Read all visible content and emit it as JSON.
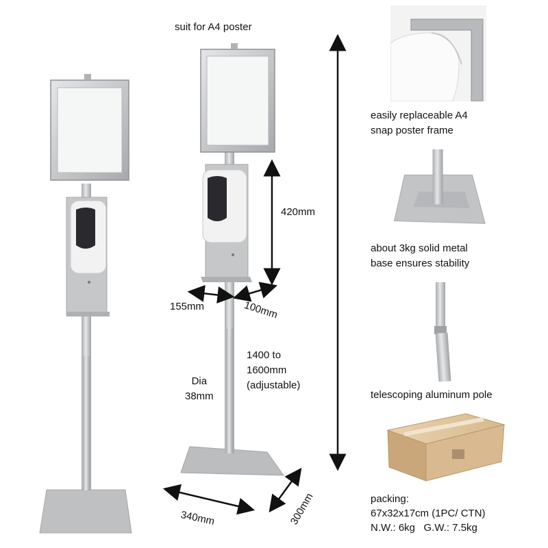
{
  "header": {
    "title": "suit for A4 poster"
  },
  "dimensions": {
    "height_dispenser": "420mm",
    "width_left": "155mm",
    "depth_right": "100mm",
    "pole_height_line1": "1400 to",
    "pole_height_line2": "1600mm",
    "pole_height_line3": "(adjustable)",
    "dia_line1": "Dia",
    "dia_line2": "38mm",
    "base_width": "340mm",
    "base_depth": "300mm"
  },
  "features": [
    {
      "icon": "poster-frame-corner-icon",
      "lines": [
        "easily replaceable A4",
        "snap poster frame"
      ]
    },
    {
      "icon": "metal-base-icon",
      "lines": [
        "about 3kg solid metal",
        "base ensures stability"
      ]
    },
    {
      "icon": "telescoping-pole-icon",
      "lines": [
        "telescoping aluminum pole"
      ]
    }
  ],
  "packing": {
    "label": "packing:",
    "size": "67x32x17cm (1PC/ CTN)",
    "weight": "N.W.: 6kg   G.W.: 7.5kg"
  },
  "colors": {
    "metal": "#c8c9cb",
    "metal_dark": "#9fa1a4",
    "dispenser_body": "#f2f2f2",
    "dispenser_window": "#2a2a2e",
    "cardboard": "#d9b98f"
  }
}
